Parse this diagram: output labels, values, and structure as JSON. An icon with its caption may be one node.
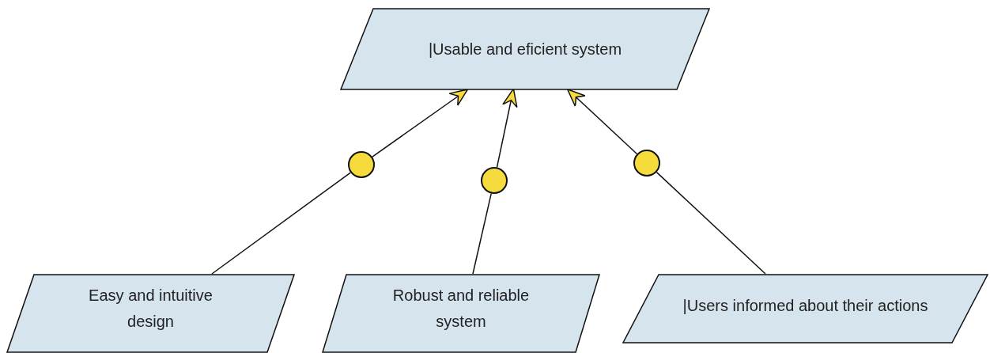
{
  "diagram": {
    "nodes": [
      {
        "text": [
          "|Usable and eficient system"
        ]
      },
      {
        "text": [
          "Easy and intuitive design"
        ]
      },
      {
        "text": [
          "Robust and reliable system"
        ]
      },
      {
        "text": [
          "|Users informed about their actions"
        ]
      },
      {
        "text": [],
        "shape": "circle"
      },
      {
        "text": [],
        "shape": "circle"
      },
      {
        "text": [],
        "shape": "circle"
      }
    ],
    "edges": [
      {
        "from": 1,
        "to": 4,
        "arrow": "none"
      },
      {
        "from": 4,
        "to": 0,
        "arrow": "to"
      },
      {
        "from": 2,
        "to": 5,
        "arrow": "none"
      },
      {
        "from": 5,
        "to": 0,
        "arrow": "to"
      },
      {
        "from": 3,
        "to": 6,
        "arrow": "none"
      },
      {
        "from": 6,
        "to": 0,
        "arrow": "to"
      }
    ]
  }
}
